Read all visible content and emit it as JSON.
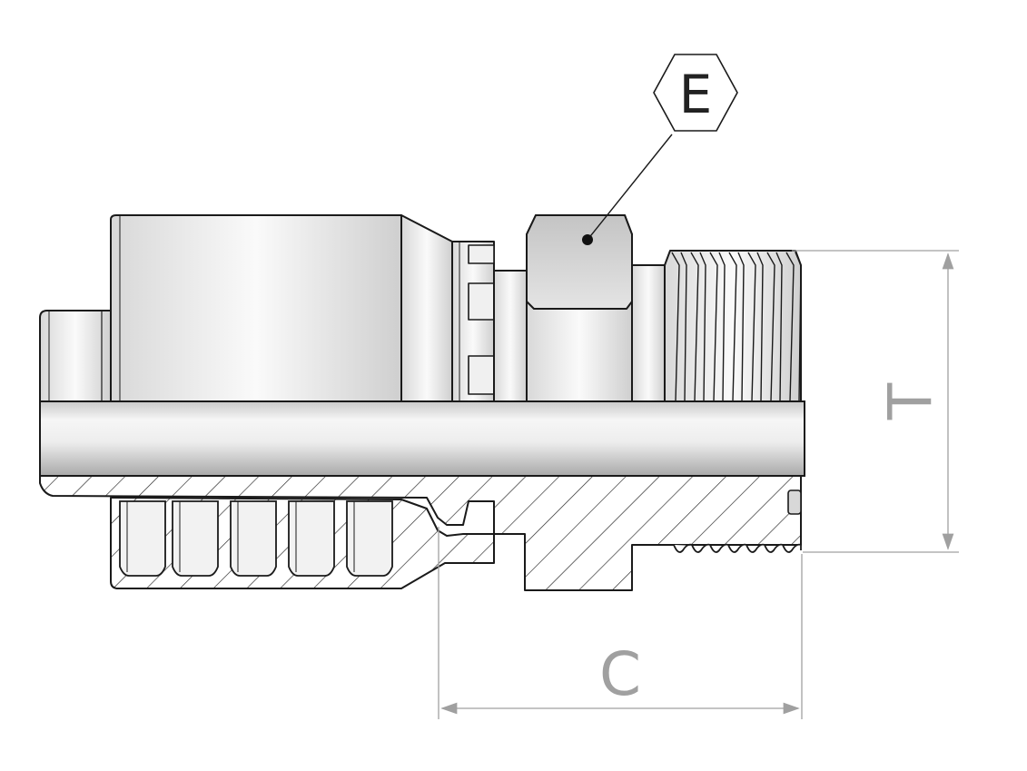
{
  "diagram": {
    "callout_label": "E",
    "dimension_width_label": "C",
    "dimension_height_label": "T"
  },
  "colors": {
    "outline": "#1a1a1a",
    "metal_light": "#f4f4f4",
    "metal_mid": "#d4d4d4",
    "metal_dark": "#a8a8a8",
    "dimension": "#a0a0a0",
    "hatch": "#222222",
    "background": "#ffffff"
  }
}
